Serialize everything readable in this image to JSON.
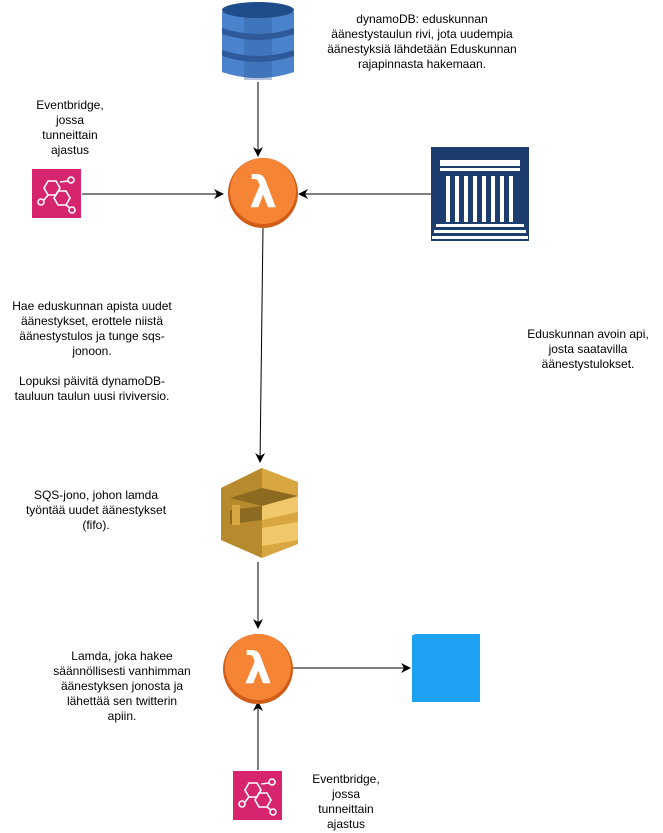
{
  "nodes": {
    "dynamodb": {
      "icon": "dynamodb-icon"
    },
    "eventbridge_top": {
      "icon": "eventbridge-icon"
    },
    "lambda_top": {
      "icon": "lambda-icon"
    },
    "parliament": {
      "icon": "parliament-building-icon"
    },
    "sqs": {
      "icon": "sqs-queue-icon"
    },
    "lambda_bottom": {
      "icon": "lambda-icon"
    },
    "twitter": {
      "icon": "twitter-bird-icon"
    },
    "eventbridge_bottom": {
      "icon": "eventbridge-icon"
    }
  },
  "labels": {
    "dynamodb": [
      "dynamoDB: eduskunnan",
      "äänestystaulun rivi, jota uudempia",
      "äänestyksiä lähdetään Eduskunnan",
      "rajapinnasta hakemaan."
    ],
    "eventbridge_top": [
      "Eventbridge,",
      "jossa",
      "tunneittain",
      "ajastus"
    ],
    "lambda_top": [
      "Hae eduskunnan apista uudet",
      "äänestykset, erottele niistä",
      "äänestystulos ja tunge sqs-",
      "jonoon.",
      "",
      "Lopuksi päivitä dynamoDB-",
      "tauluun taulun uusi riviversio."
    ],
    "parliament": [
      "Eduskunnan avoin api,",
      "josta saatavilla",
      "äänestystulokset."
    ],
    "sqs": [
      "SQS-jono, johon lamda",
      "työntää uudet äänestykset",
      "(fifo)."
    ],
    "lambda_bottom": [
      "Lamda, joka hakee",
      "säännöllisesti vanhimman",
      "äänestyksen jonosta ja",
      "lähettää sen twitterin",
      "apiin."
    ],
    "eventbridge_bottom": [
      "Eventbridge,",
      "jossa",
      "tunneittain",
      "ajastus"
    ]
  },
  "colors": {
    "lambda": "#F58534",
    "lambda_dark": "#D05C17",
    "dynamodb": "#3B6FB6",
    "dynamodb_dark": "#2E5A9C",
    "eventbridge": "#D6246E",
    "sqs": "#D9A741",
    "sqs_dark": "#B88A2E",
    "twitter": "#1DA1F2",
    "parliament": "#1D3D6E"
  }
}
